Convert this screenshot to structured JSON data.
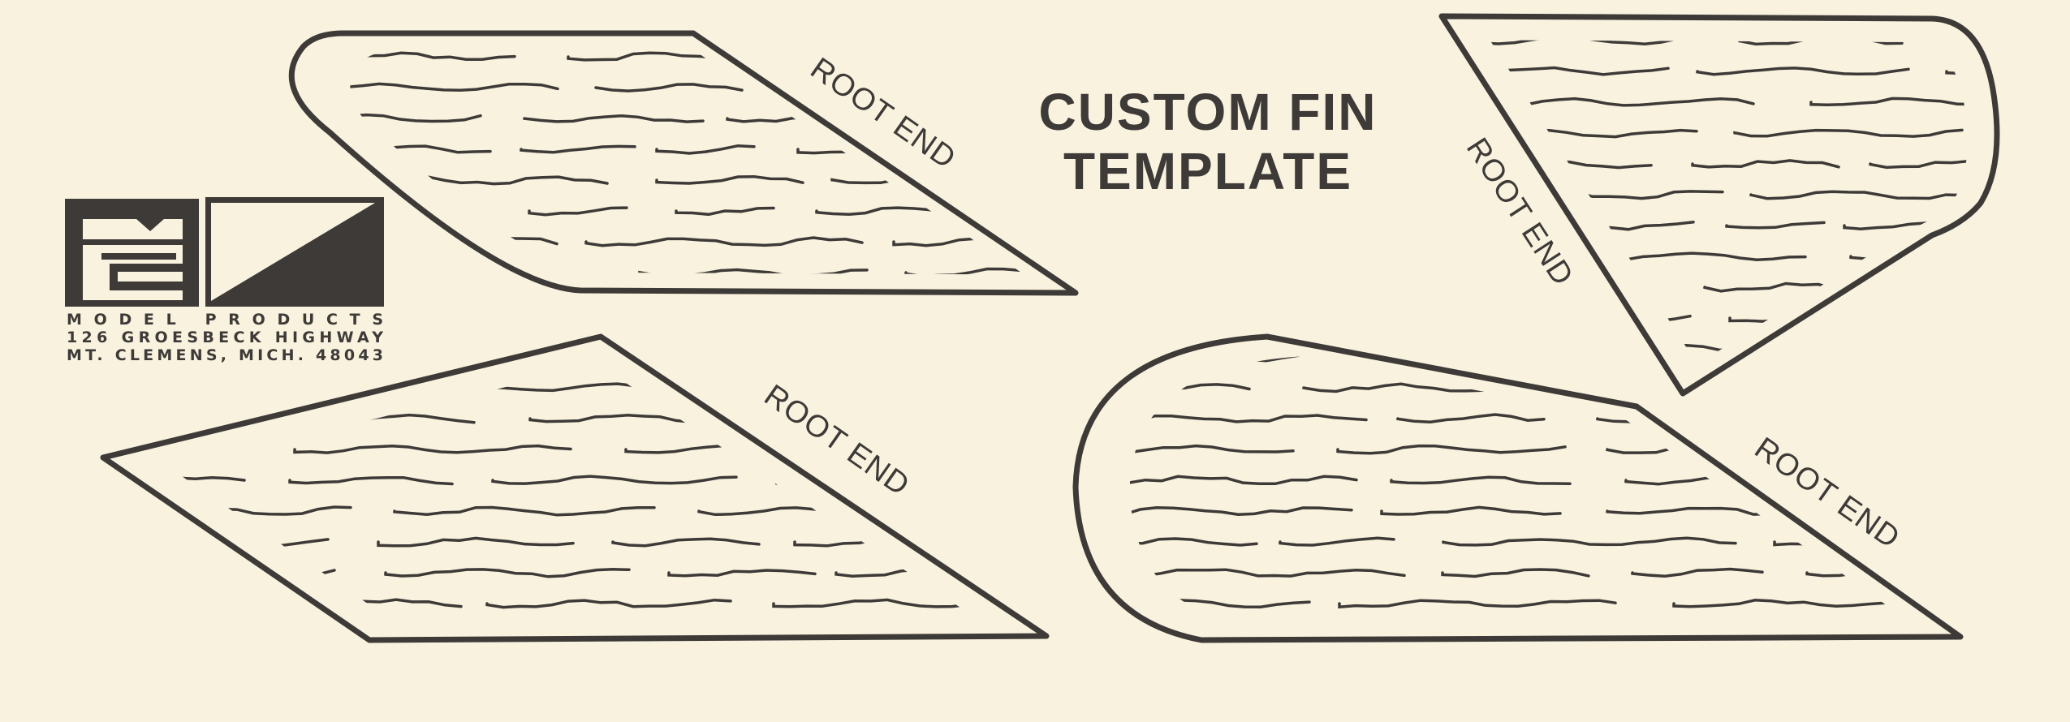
{
  "title": {
    "line1": "CUSTOM FIN",
    "line2": "TEMPLATE"
  },
  "fin_label": "ROOT END",
  "company": {
    "logo_text": "MPC",
    "name": "MODEL PRODUCTS",
    "address1": "126 GROESBECK HIGHWAY",
    "address2": "MT. CLEMENS, MICH. 48043"
  },
  "colors": {
    "paper": "#f8f2de",
    "ink": "#3d3a38"
  }
}
